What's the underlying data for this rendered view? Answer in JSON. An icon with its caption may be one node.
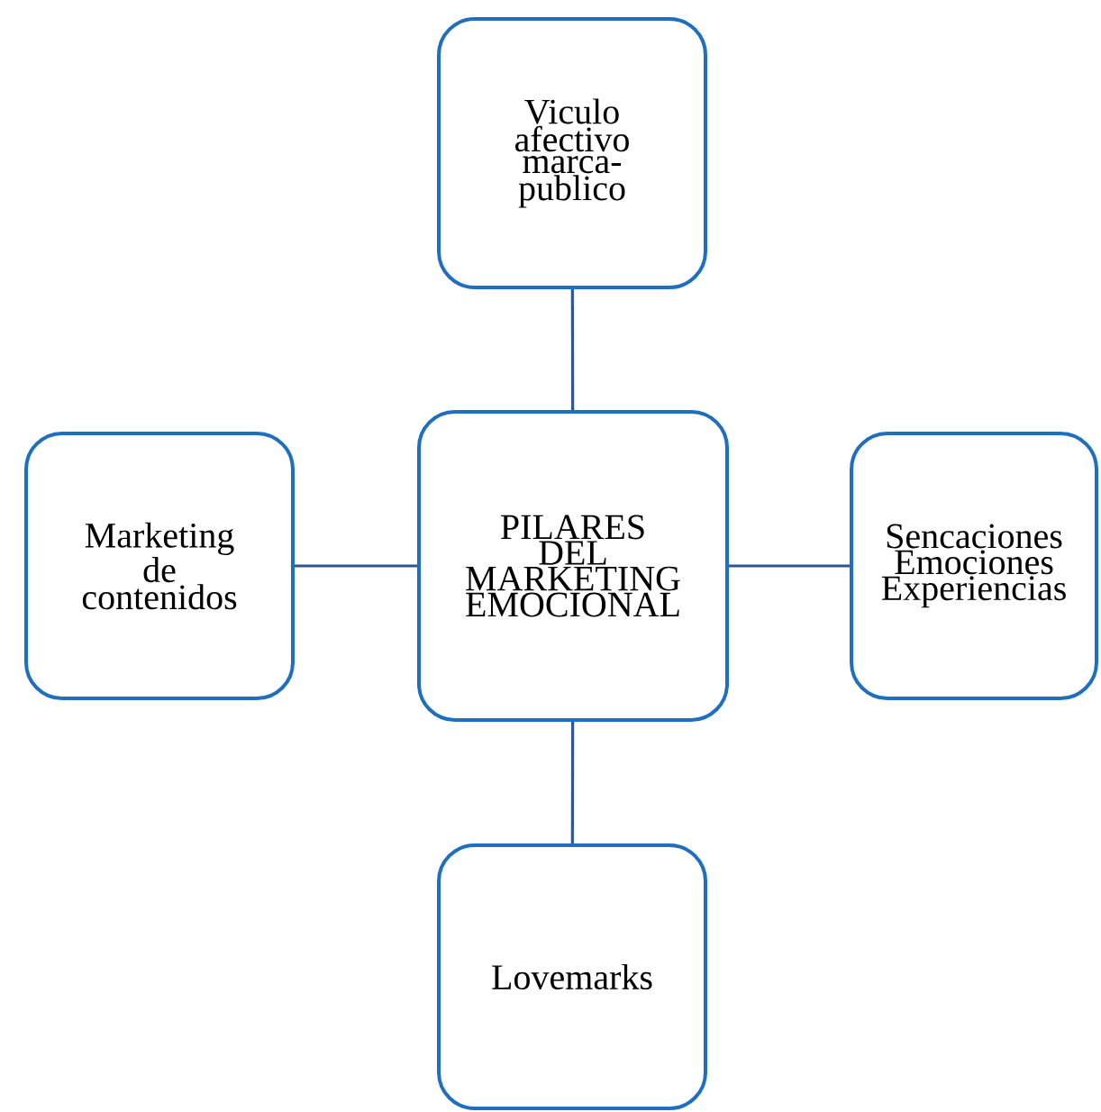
{
  "diagram": {
    "nodes": [
      {
        "text": [
          "Viculo afectivo marca-publico"
        ]
      },
      {
        "text": [
          "Marketing de contenidos"
        ]
      },
      {
        "text": [
          "PILARES DEL MARKETING EMOCIONAL"
        ]
      },
      {
        "text": [
          "Sencaciones Emociones Experiencias"
        ]
      },
      {
        "text": [
          "Lovemarks"
        ]
      }
    ],
    "edges": [
      {
        "from": 2,
        "to": 0,
        "arrow": "none"
      },
      {
        "from": 2,
        "to": 1,
        "arrow": "none"
      },
      {
        "from": 2,
        "to": 3,
        "arrow": "none"
      },
      {
        "from": 2,
        "to": 4,
        "arrow": "none"
      }
    ]
  }
}
